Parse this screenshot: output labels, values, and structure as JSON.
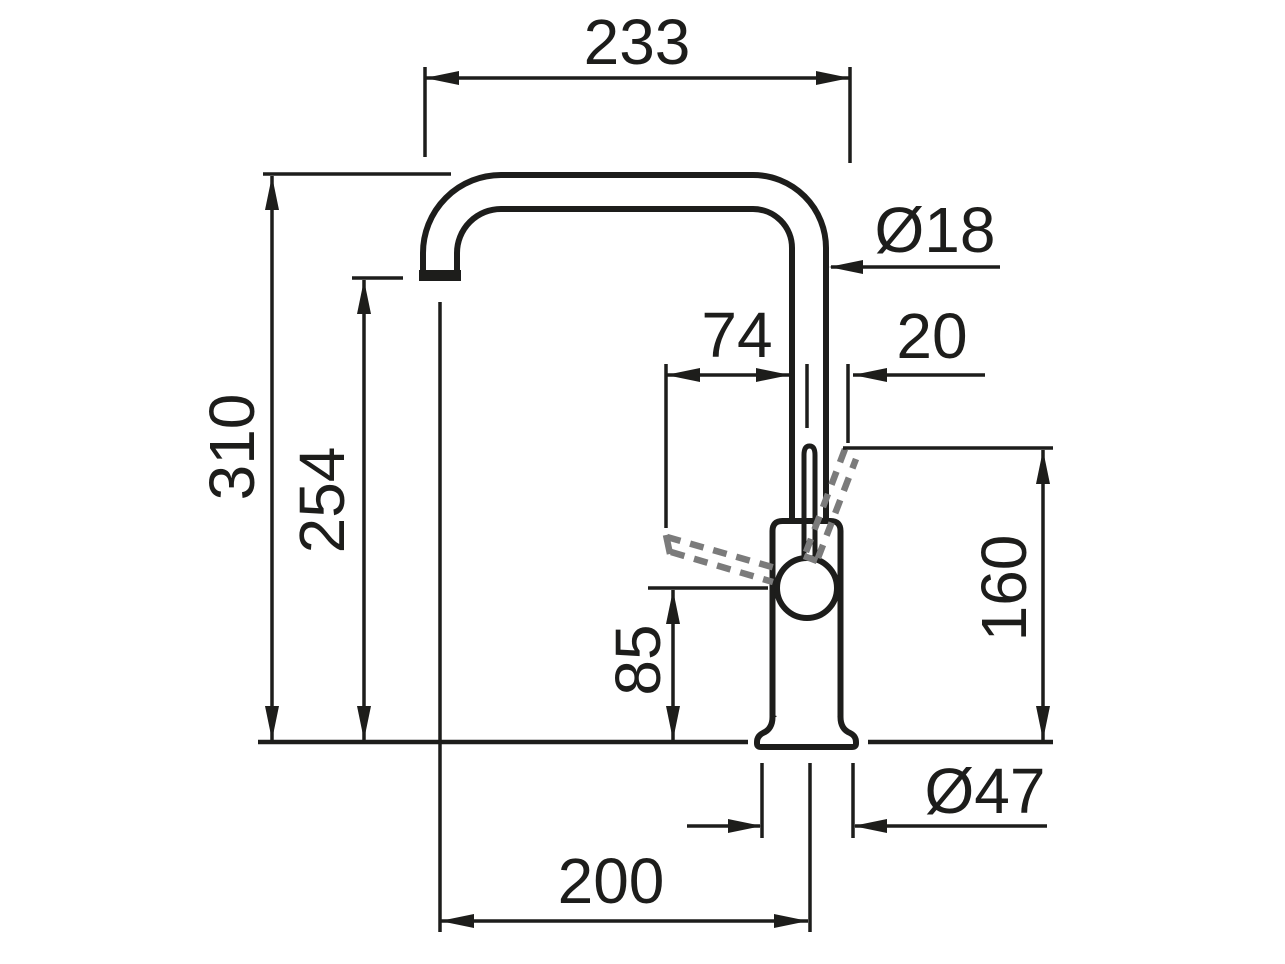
{
  "drawing": {
    "type": "technical-dimension-drawing",
    "subject": "kitchen-faucet-side-elevation",
    "units": "mm",
    "colors": {
      "line": "#1d1d1b",
      "dashed_handle": "#7b7b7b",
      "background": "#ffffff"
    },
    "dimensions": {
      "spout_projection": "233",
      "spout_tube_diameter": "Ø18",
      "handle_swing_left": "74",
      "handle_swing_right": "20",
      "total_height": "310",
      "outlet_height": "254",
      "handle_top_height": "160",
      "joint_center_height": "85",
      "base_diameter": "Ø47",
      "outlet_reach_from_axis": "200"
    }
  }
}
